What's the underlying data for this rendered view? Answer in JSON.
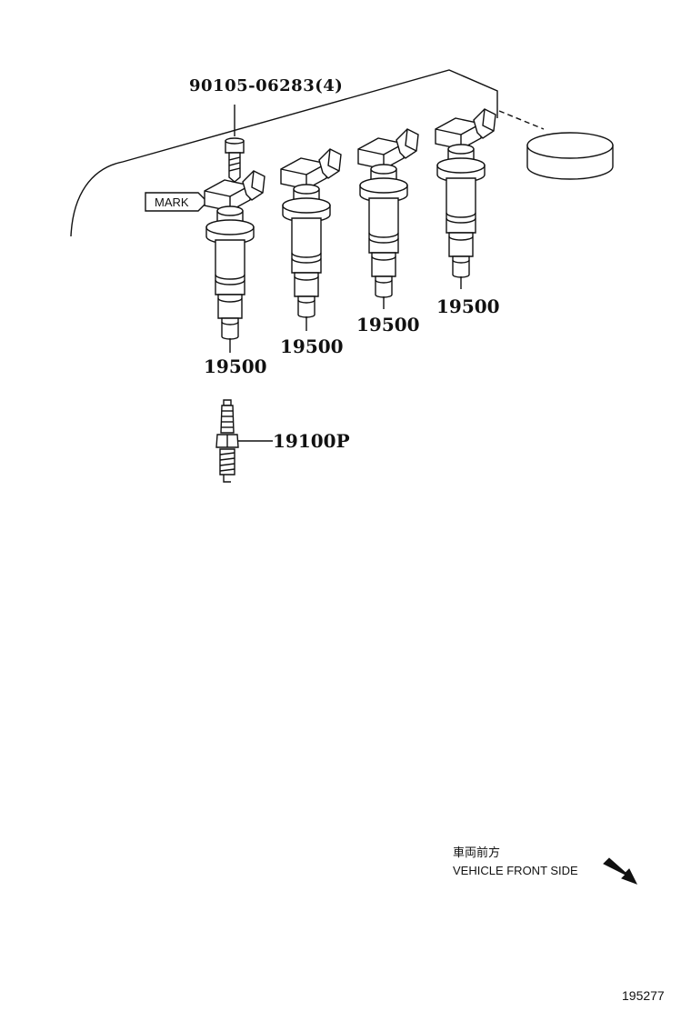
{
  "labels": {
    "bolt": "90105-06283(4)",
    "mark": "MARK",
    "coil_1": "19500",
    "coil_2": "19500",
    "coil_3": "19500",
    "coil_4": "19500",
    "spark_plug": "19100P",
    "front_jp": "車両前方",
    "front_en": "VEHICLE FRONT SIDE",
    "diagram_id": "195277"
  },
  "icons": {
    "direction_arrow": "arrow-down-right-icon"
  }
}
